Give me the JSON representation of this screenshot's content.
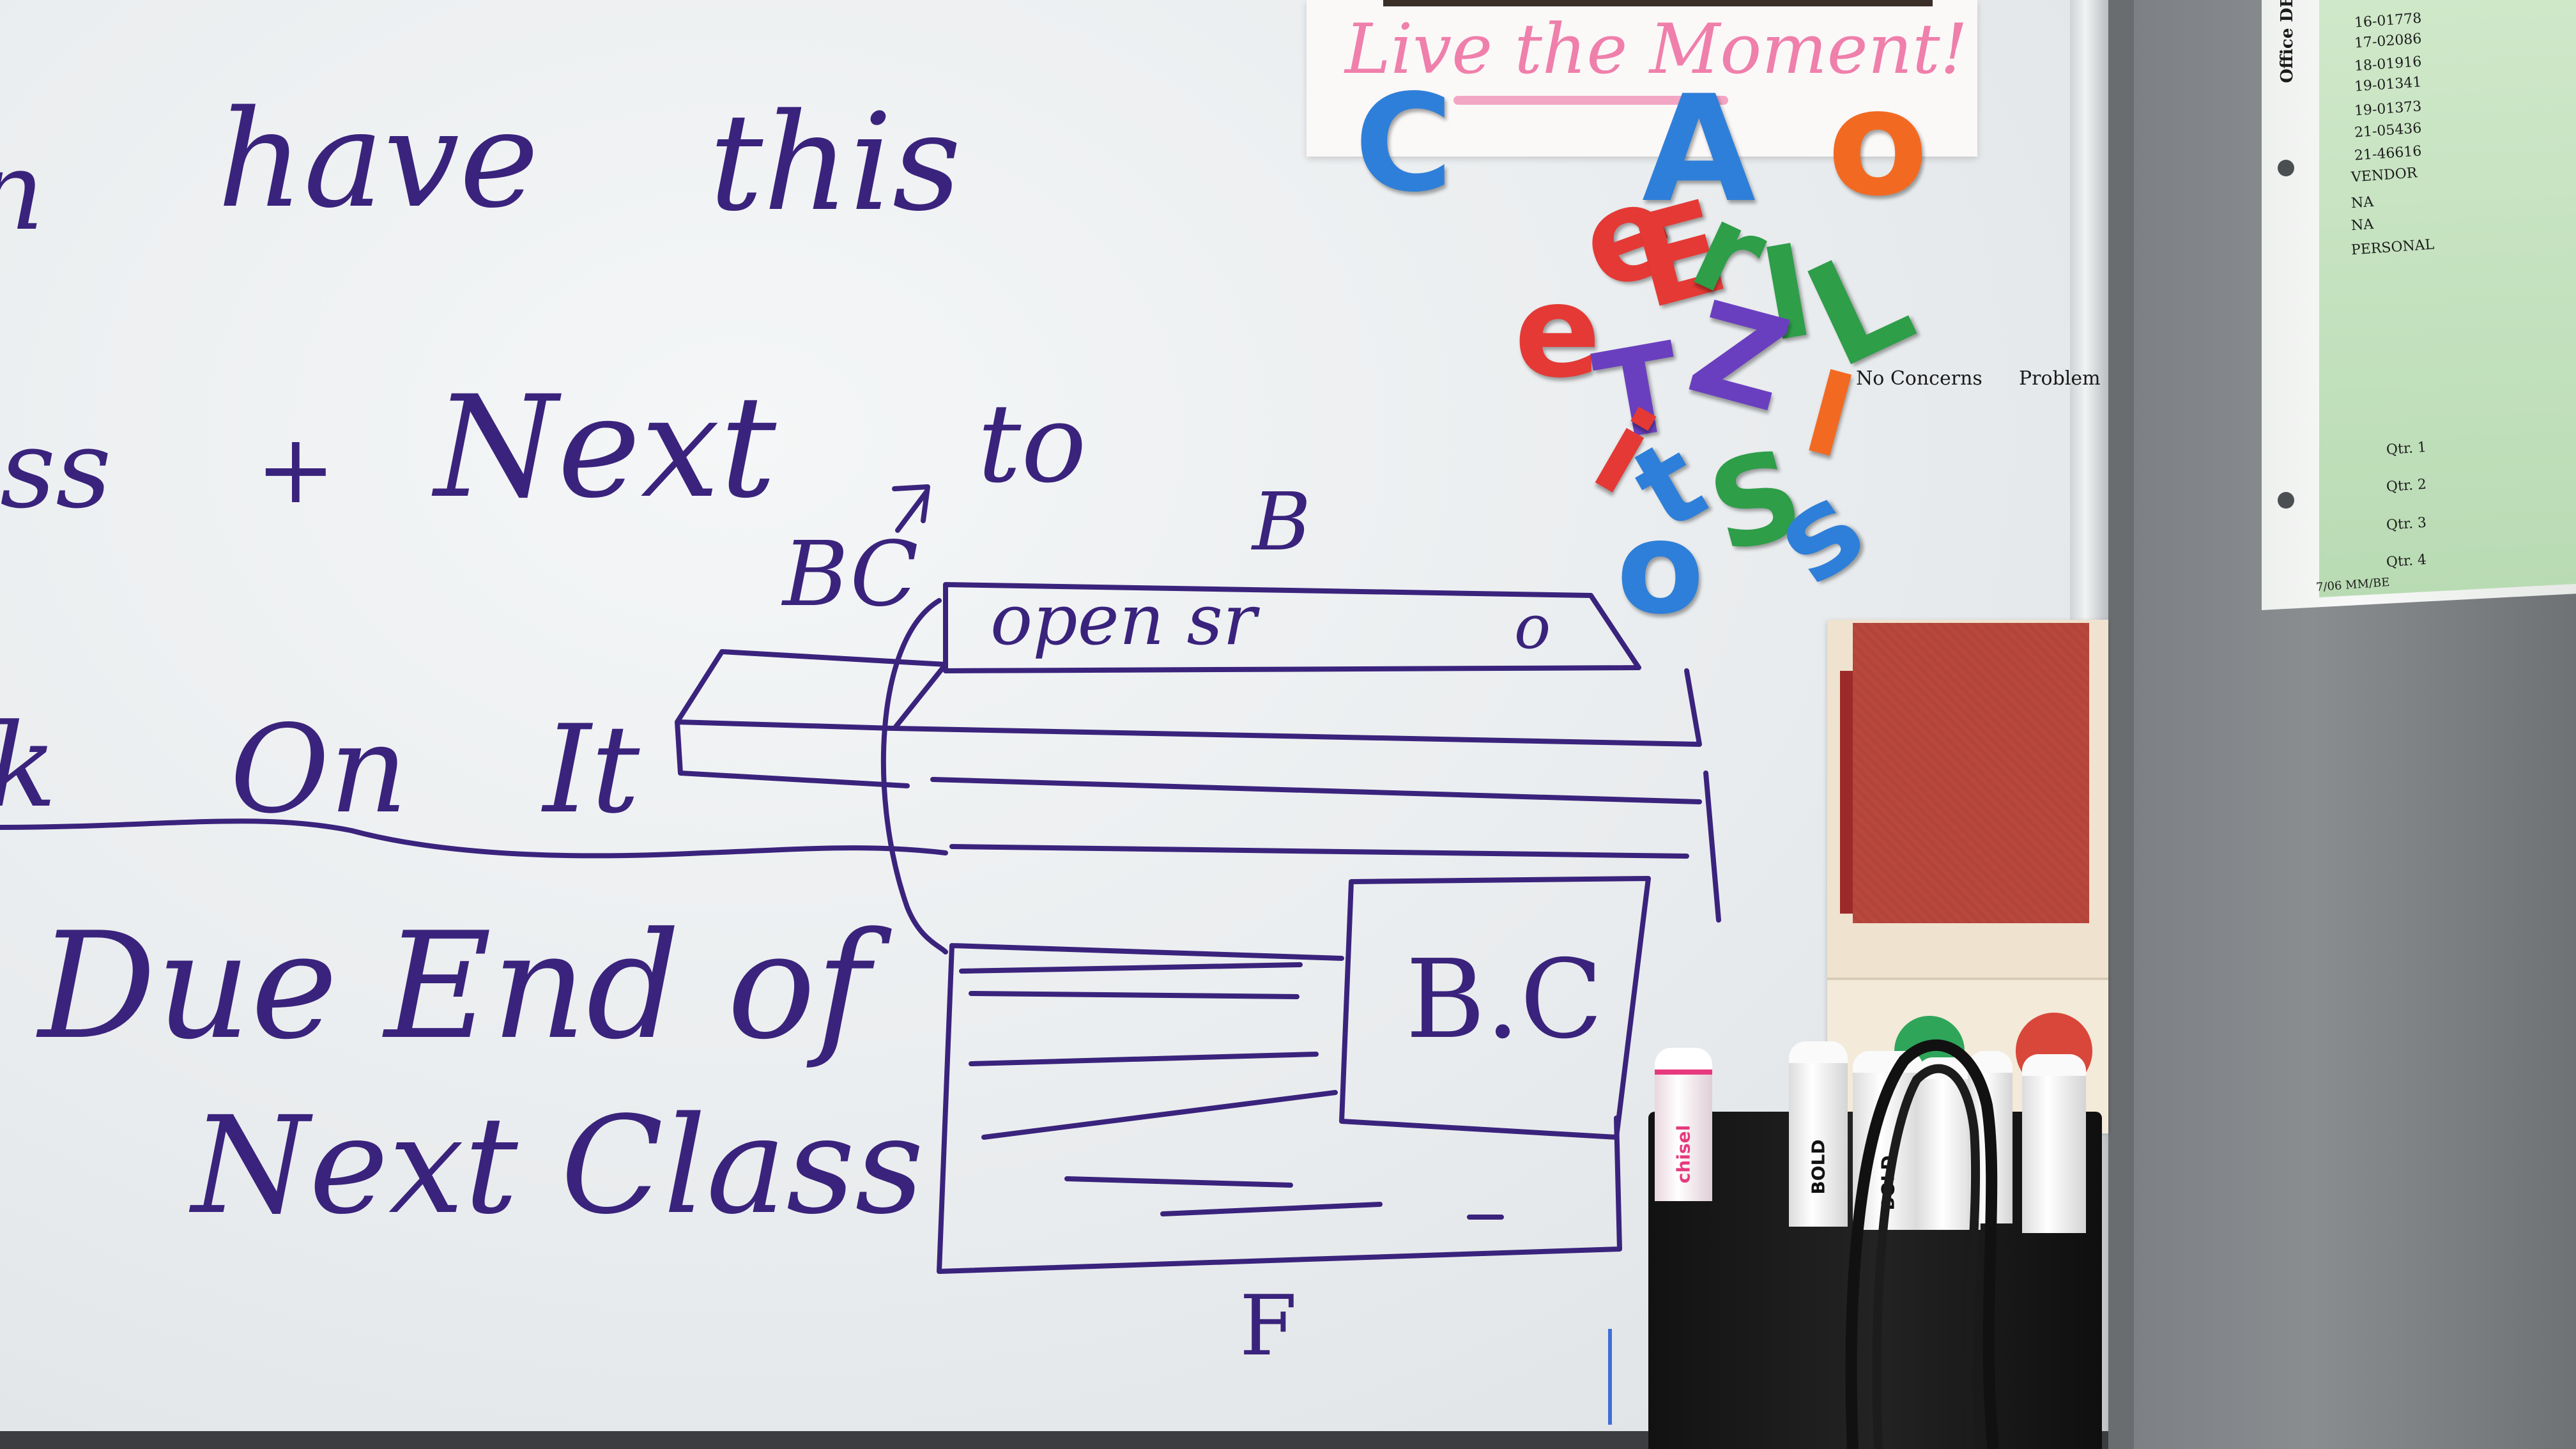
{
  "board_text": {
    "line1_left": "n",
    "line1_have": "have",
    "line1_this": "this",
    "line2_ss": "ss",
    "line2_plus": "+",
    "line2_next": "Next",
    "line2_to": "to",
    "line3_k": "k",
    "line3_on": "On",
    "line3_it": "It",
    "due_line": "Due End of",
    "next_class": "Next Class"
  },
  "diagram_labels": {
    "bc_top": "BC",
    "b_top": "B",
    "open_bar": "open sr",
    "open_bar_end": "o",
    "bc_box": "B.C",
    "f_label": "F"
  },
  "note_card": {
    "text": "Live the Moment!"
  },
  "magnets": [
    {
      "char": "C",
      "color": "#2e7fd9"
    },
    {
      "char": "A",
      "color": "#2e7fd9"
    },
    {
      "char": "o",
      "color": "#f26a22"
    },
    {
      "char": "e",
      "color": "#e53935"
    },
    {
      "char": "E",
      "color": "#e53935"
    },
    {
      "char": "e",
      "color": "#e53935"
    },
    {
      "char": "r",
      "color": "#2e9e48"
    },
    {
      "char": "L",
      "color": "#2e9e48"
    },
    {
      "char": "I",
      "color": "#2e9e48"
    },
    {
      "char": "Z",
      "color": "#6a3fbf"
    },
    {
      "char": "T",
      "color": "#6a3fbf"
    },
    {
      "char": "I",
      "color": "#f26a22"
    },
    {
      "char": "i",
      "color": "#e53935"
    },
    {
      "char": "t",
      "color": "#2e7fd9"
    },
    {
      "char": "S",
      "color": "#2e9e48"
    },
    {
      "char": "s",
      "color": "#2e7fd9"
    },
    {
      "char": "o",
      "color": "#2e7fd9"
    }
  ],
  "status_chart": {
    "left_label": "No Concerns",
    "right_label": "Problem"
  },
  "markers": [
    {
      "label": "chisel"
    },
    {
      "label": "BOLD"
    },
    {
      "label": "BOLD"
    },
    {
      "label": ""
    },
    {
      "label": ""
    },
    {
      "label": ""
    }
  ],
  "binder": {
    "header": "Office DE",
    "rows": [
      "16-01778",
      "17-02086",
      "18-01916",
      "19-01341",
      "19-01373",
      "21-05436",
      "21-46616",
      "VENDOR",
      "NA",
      "NA",
      "PERSONAL"
    ],
    "quarters": [
      "Qtr. 1",
      "Qtr. 2",
      "Qtr. 3",
      "Qtr. 4"
    ],
    "footer": "7/06 MM/BE"
  },
  "colors": {
    "ink": "#3a237c",
    "note_text": "#ef7fab",
    "board": "#eceff1"
  }
}
